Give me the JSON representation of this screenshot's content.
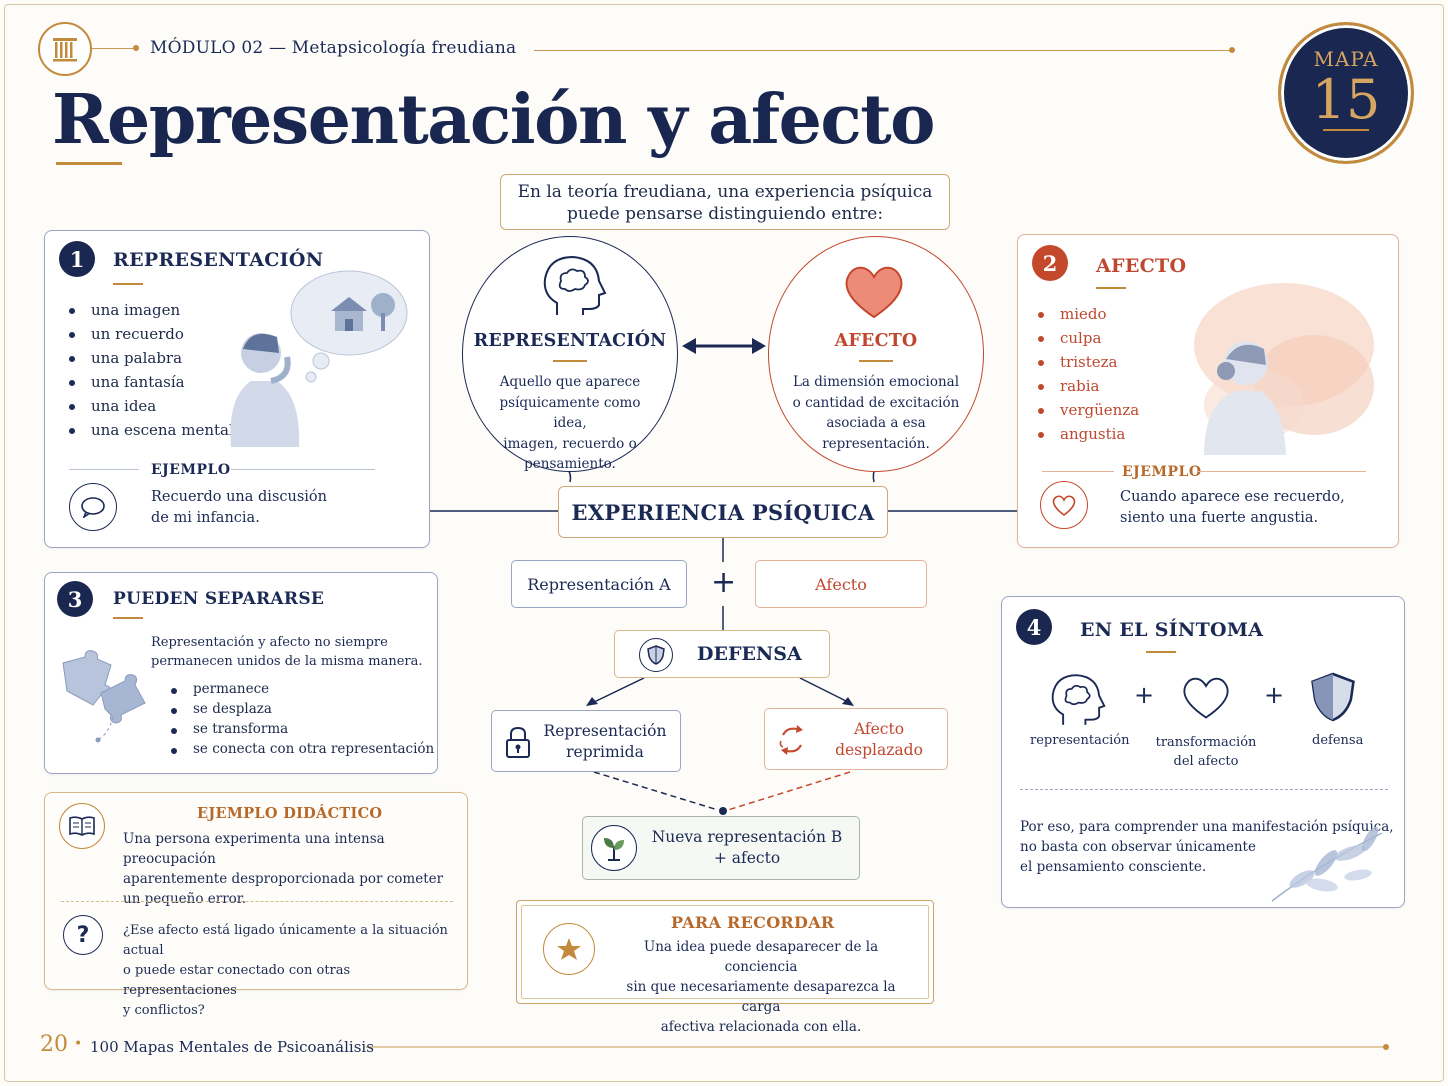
{
  "header": {
    "module": "MÓDULO 02 — Metapsicología freudiana",
    "title": "Representación y afecto",
    "badge_label": "MAPA",
    "badge_number": "15"
  },
  "intro": {
    "line1": "En la teoría freudiana, una experiencia psíquica",
    "line2": "puede pensarse distinguiendo entre:"
  },
  "card1": {
    "number": "1",
    "title": "REPRESENTACIÓN",
    "items": [
      "una imagen",
      "un recuerdo",
      "una palabra",
      "una fantasía",
      "una idea",
      "una escena mental"
    ],
    "example_label": "EJEMPLO",
    "example_line1": "Recuerdo una discusión",
    "example_line2": "de mi infancia."
  },
  "card2": {
    "number": "2",
    "title": "AFECTO",
    "items": [
      "miedo",
      "culpa",
      "tristeza",
      "rabia",
      "vergüenza",
      "angustia"
    ],
    "example_label": "EJEMPLO",
    "example_line1": "Cuando aparece ese recuerdo,",
    "example_line2": "siento una fuerte angustia."
  },
  "circle_rep": {
    "title": "REPRESENTACIÓN",
    "desc": [
      "Aquello que aparece",
      "psíquicamente como idea,",
      "imagen, recuerdo o",
      "pensamiento."
    ]
  },
  "circle_afe": {
    "title": "AFECTO",
    "desc": [
      "La dimensión emocional",
      "o cantidad de excitación",
      "asociada a esa",
      "representación."
    ]
  },
  "experiencia": "EXPERIENCIA PSÍQUICA",
  "flow": {
    "rep_a": "Representación A",
    "plus": "+",
    "afecto": "Afecto",
    "defensa": "DEFENSA",
    "reprimida": [
      "Representación",
      "reprimida"
    ],
    "desplazado": [
      "Afecto",
      "desplazado"
    ],
    "nueva": [
      "Nueva representación B",
      "+ afecto"
    ]
  },
  "card3": {
    "number": "3",
    "title": "PUEDEN SEPARARSE",
    "intro_line1": "Representación y afecto no siempre",
    "intro_line2": "permanecen unidos de la misma manera.",
    "items": [
      "permanece",
      "se desplaza",
      "se transforma",
      "se conecta con otra representación"
    ]
  },
  "didactico": {
    "title": "EJEMPLO DIDÁCTICO",
    "text": [
      "Una persona experimenta una intensa preocupación",
      "aparentemente desproporcionada por cometer",
      "un pequeño error."
    ],
    "question": [
      "¿Ese afecto está ligado únicamente a la situación actual",
      "o puede estar conectado con otras representaciones",
      "y conflictos?"
    ]
  },
  "recordar": {
    "title": "PARA RECORDAR",
    "text": [
      "Una idea puede desaparecer de la conciencia",
      "sin que necesariamente desaparezca la carga",
      "afectiva relacionada con ella."
    ]
  },
  "card4": {
    "number": "4",
    "title": "EN EL SÍNTOMA",
    "plus": "+",
    "label_rep": "representación",
    "label_trans": [
      "transformación",
      "del afecto"
    ],
    "label_def": "defensa",
    "text": [
      "Por eso, para comprender una manifestación psíquica,",
      "no basta con observar únicamente",
      "el pensamiento consciente."
    ]
  },
  "footer": {
    "page": "20",
    "bullet": "•",
    "book": "100 Mapas Mentales de Psicoanálisis"
  },
  "colors": {
    "navy": "#1b2a55",
    "gold": "#c48a3c",
    "red": "#c4482c"
  }
}
